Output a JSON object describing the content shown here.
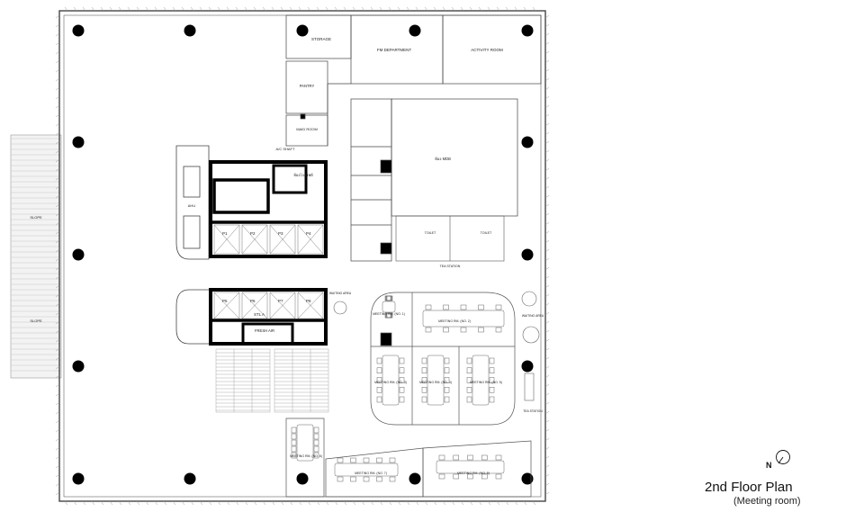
{
  "title": "2nd Floor Plan",
  "subtitle": "(Meeting room)",
  "north_label": "N",
  "rooms": {
    "storage": "STORAGE",
    "fm_department": "FM DEPARTMENT",
    "activity_room": "ACTIVITY ROOM",
    "pantry": "PANTRY",
    "maid_room": "MAID ROOM",
    "ac_shaft": "A/C SHAFT",
    "ahu": "AHU",
    "lift_lobby": "ห้องโถงลิฟต์",
    "mdb": "ห้อง MDB",
    "slope_1": "SLOPE",
    "slope_2": "SLOPE",
    "stl_a": "STL A",
    "fresh_air": "FRESH AIR",
    "meeting_1": "MEETING RM. (NO. 1)",
    "meeting_2": "MEETING RM. (NO. 2)",
    "meeting_3": "MEETING RM. (NO. 3)",
    "meeting_4": "MEETING RM. (NO. 4)",
    "meeting_5": "MEETING RM. (NO. 5)",
    "meeting_6": "MEETING RM. (NO. 6)",
    "meeting_7": "MEETING RM. (NO. 7)",
    "meeting_8": "MEETING RM. (NO. 8)",
    "toilet_1": "TOILET",
    "toilet_2": "TOILET",
    "waiting_1": "WAITING AREA",
    "waiting_2": "WAITING AREA",
    "tea_station_1": "TEA STATION",
    "tea_station_2": "TEA STATION"
  },
  "lifts": [
    "P1",
    "P2",
    "P3",
    "P4",
    "P5",
    "P6",
    "P7",
    "P8"
  ],
  "colors": {
    "line": "#333333",
    "wall": "#000000",
    "grey": "#8a8a8a"
  }
}
